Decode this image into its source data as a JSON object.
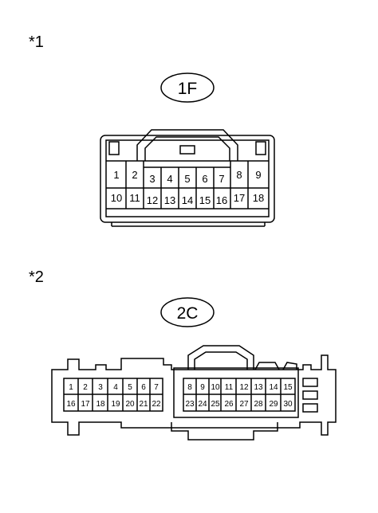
{
  "diagram1": {
    "marker": "*1",
    "connector_id": "1F",
    "pins_row1_left": [
      "1",
      "2"
    ],
    "pins_row1_mid": [
      "3",
      "4",
      "5",
      "6",
      "7"
    ],
    "pins_row1_right": [
      "8",
      "9"
    ],
    "pins_row2_left": [
      "10",
      "11"
    ],
    "pins_row2_mid": [
      "12",
      "13",
      "14",
      "15",
      "16"
    ],
    "pins_row2_right": [
      "17",
      "18"
    ]
  },
  "diagram2": {
    "marker": "*2",
    "connector_id": "2C",
    "left_row1": [
      "1",
      "2",
      "3",
      "4",
      "5",
      "6",
      "7"
    ],
    "left_row2": [
      "16",
      "17",
      "18",
      "19",
      "20",
      "21",
      "22"
    ],
    "right_row1": [
      "8",
      "9",
      "10",
      "11",
      "12",
      "13",
      "14",
      "15"
    ],
    "right_row2": [
      "23",
      "24",
      "25",
      "26",
      "27",
      "28",
      "29",
      "30"
    ]
  }
}
